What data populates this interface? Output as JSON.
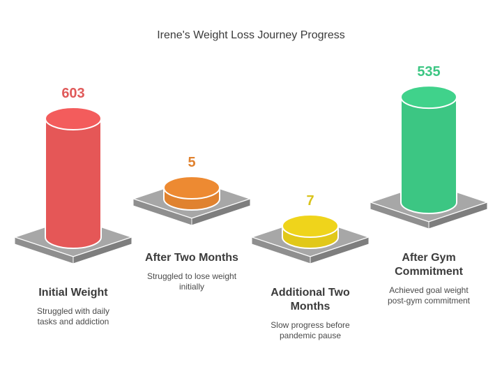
{
  "chart_data": {
    "type": "bar",
    "title": "Irene's Weight Loss Journey Progress",
    "categories": [
      {
        "label_lines": [
          "Initial Weight"
        ],
        "description_lines": [
          "Struggled with daily",
          "tasks and addiction"
        ]
      },
      {
        "label_lines": [
          "After Two Months"
        ],
        "description_lines": [
          "Struggled to lose weight",
          "initially"
        ]
      },
      {
        "label_lines": [
          "Additional Two",
          "Months"
        ],
        "description_lines": [
          "Slow progress before",
          "pandemic pause"
        ]
      },
      {
        "label_lines": [
          "After Gym",
          "Commitment"
        ],
        "description_lines": [
          "Achieved goal weight",
          "post-gym commitment"
        ]
      }
    ],
    "values": [
      603,
      5,
      7,
      535
    ],
    "value_labels": [
      "603",
      "5",
      "7",
      "535"
    ],
    "colors": [
      "#e55757",
      "#e0822f",
      "#e1c819",
      "#3cc683"
    ],
    "label_colors": [
      "#e05a5a",
      "#e0822f",
      "#d9c31a",
      "#3cc683"
    ]
  }
}
